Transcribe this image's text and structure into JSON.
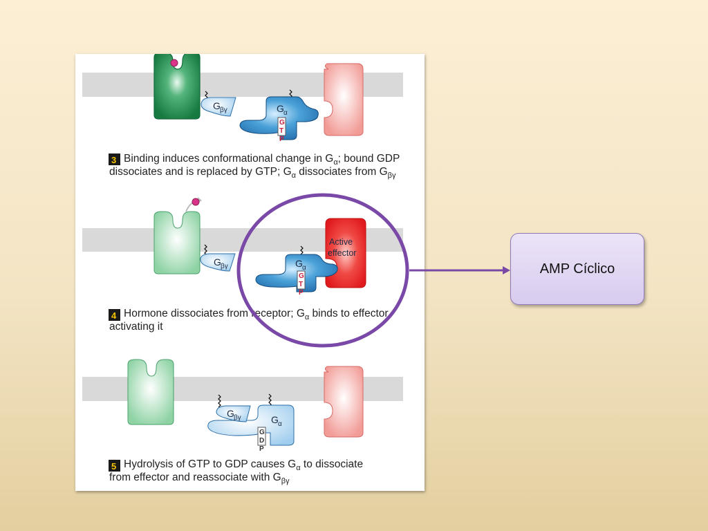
{
  "steps": [
    {
      "number": "3",
      "line1": "Binding induces conformational change in G",
      "line1_sub": "α",
      "line1_end": "; bound GDP",
      "line2": "dissociates and is replaced by GTP; G",
      "line2_sub": "α",
      "line2_mid": " dissociates from G",
      "line2_sub2": "βγ"
    },
    {
      "number": "4",
      "line1": "Hormone dissociates from receptor; G",
      "line1_sub": "α",
      "line1_end": " binds to effector,",
      "line2": "activating it"
    },
    {
      "number": "5",
      "line1": "Hydrolysis of GTP to GDP causes G",
      "line1_sub": "α",
      "line1_end": " to dissociate",
      "line2": "from effector and reassociate with G",
      "line2_sub": "βγ"
    }
  ],
  "labels": {
    "g": "G",
    "alpha": "α",
    "betagamma": "βγ",
    "gtp": [
      "G",
      "T",
      "P"
    ],
    "gdp": [
      "G",
      "D",
      "P"
    ],
    "effector_line1": "Active",
    "effector_line2": "effector"
  },
  "callout": {
    "text": "AMP Cíclico"
  },
  "colors": {
    "receptor_bound": "#1f8c4e",
    "receptor_free": "#9fdcb1",
    "effector_inactive": "#f5a9a4",
    "effector_active": "#e8282b",
    "g_alpha_active": "#2b7bbd",
    "g_alpha_inactive": "#a9d4f0",
    "g_betagamma": "#a9d4f0",
    "membrane": "#d9d9d9",
    "hormone": "#d9348a",
    "circle": "#7a48a6",
    "callout_fill": "#ddd0f0"
  }
}
